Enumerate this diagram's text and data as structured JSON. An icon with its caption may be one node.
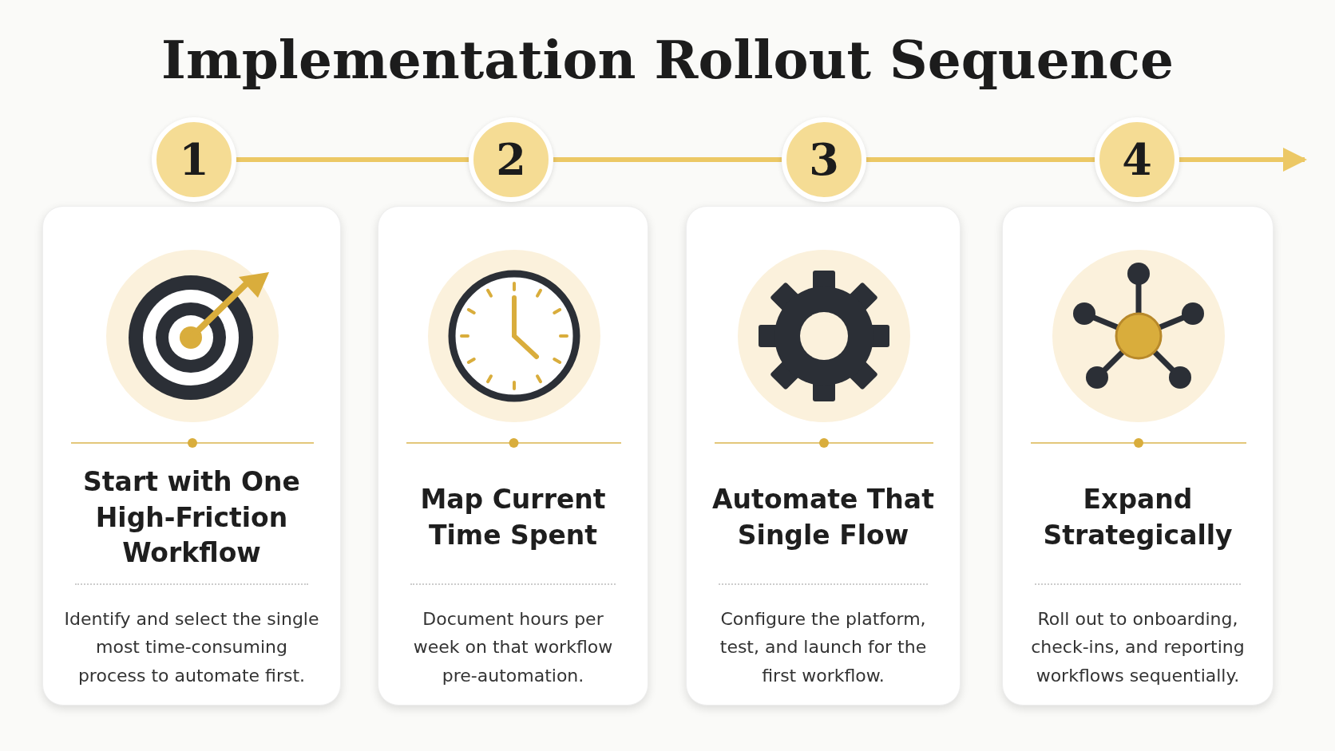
{
  "diagram": {
    "title": "Implementation Rollout Sequence",
    "nodes": [
      {
        "text": [
          "1"
        ]
      },
      {
        "text": [
          "Start with One High-Friction Workflow",
          "Identify and select the single most time-consuming process to automate first."
        ]
      },
      {
        "text": [
          "2"
        ]
      },
      {
        "text": [
          "Map Current Time Spent",
          "Document hours per week on that workflow pre-automation."
        ]
      },
      {
        "text": [
          "3"
        ]
      },
      {
        "text": [
          "Automate That Single Flow",
          "Configure the platform, test, and launch for the first workflow."
        ]
      },
      {
        "text": [
          "4"
        ]
      },
      {
        "text": [
          "Expand Strategically",
          "Roll out to onboarding, check-ins, and reporting workflows sequentially."
        ]
      }
    ],
    "edges": [
      {
        "from": 0,
        "to": 2,
        "arrow": "none"
      },
      {
        "from": 2,
        "to": 4,
        "arrow": "none"
      },
      {
        "from": 4,
        "to": 6,
        "arrow": "none"
      },
      {
        "from": 6,
        "to": null,
        "arrow": "to"
      }
    ]
  }
}
